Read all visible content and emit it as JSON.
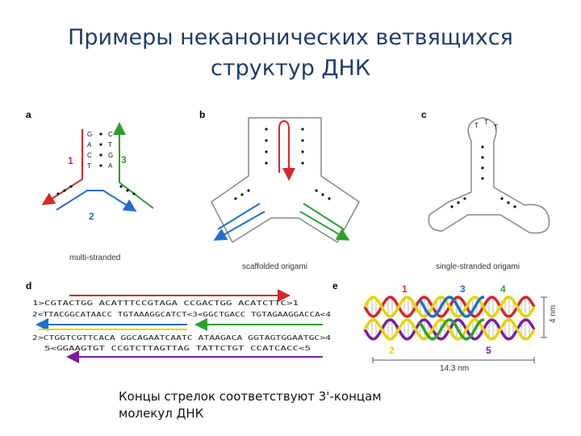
{
  "title": {
    "line1": "Примеры неканонических ветвящихся",
    "line2": "структур ДНК"
  },
  "figure": {
    "panel_labels": {
      "a": "a",
      "b": "b",
      "c": "c",
      "d": "d",
      "e": "e"
    },
    "captions": {
      "a": "multi-stranded",
      "b": "scaffolded origami",
      "c": "single-stranded origami"
    },
    "panel_a": {
      "strand_labels": {
        "s1": "1",
        "s2": "2",
        "s3": "3"
      },
      "stem_left": [
        "G",
        "A",
        "C",
        "T"
      ],
      "stem_right": [
        "C",
        "T",
        "G",
        "A"
      ]
    },
    "panel_c": {
      "loop_bases": [
        "T",
        "T",
        "T"
      ]
    },
    "panel_d": {
      "rows": [
        "1>CGTACTGG  ACATTTCCGTAGA  CCGACTGG  ACATCTTC>1",
        "2<TTACGGCATAACC  TGTAAAGGCATCT<3<GGCTGACC  TGTAGAAGGACCA<4",
        "2>CTGGTCGTTCACA  GGCAGAATCAATC  ATAAGACA  GGTAGTGGAATGC>4",
        "5<GGAAGTGT  CCGTCTTAGTTAG  TATTCTGT  CCATCACC<5"
      ]
    },
    "panel_e": {
      "strand_numbers": {
        "n1": "1",
        "n2": "2",
        "n3": "3",
        "n4": "4",
        "n5": "5"
      },
      "width_label": "14.3 nm",
      "height_label": "4 nm"
    }
  },
  "caption": {
    "line1": "Концы стрелок соответствуют 3'-концам",
    "line2": "молекул ДНК"
  },
  "colors": {
    "title": "#1f3b6e",
    "red": "#d62728",
    "green": "#2ca02c",
    "blue": "#1f6fd1",
    "purple": "#7b1fa2",
    "yellow": "#e8d400",
    "grey": "#555555"
  }
}
